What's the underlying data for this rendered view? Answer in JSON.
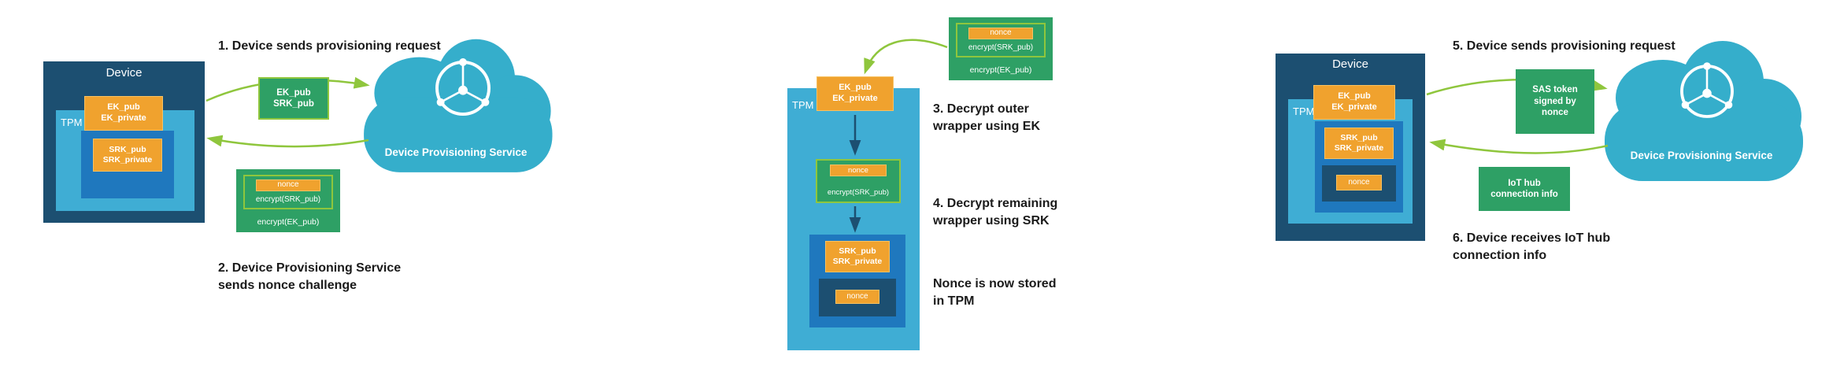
{
  "panel1": {
    "step1": "1. Device sends provisioning request",
    "step2": "2. Device Provisioning Service\nsends nonce challenge",
    "device_title": "Device",
    "tpm_label": "TPM",
    "ek_box": "EK_pub\nEK_private",
    "srk_box": "SRK_pub\nSRK_private",
    "request_box": "EK_pub\nSRK_pub",
    "challenge": {
      "nonce": "nonce",
      "encrypt_srk": "encrypt(SRK_pub)",
      "encrypt_ek": "encrypt(EK_pub)"
    },
    "cloud_label": "Device Provisioning Service"
  },
  "panel2": {
    "message": {
      "nonce": "nonce",
      "encrypt_srk": "encrypt(SRK_pub)",
      "encrypt_ek": "encrypt(EK_pub)"
    },
    "step3": "3. Decrypt outer\nwrapper using EK",
    "step4": "4. Decrypt remaining\nwrapper using SRK",
    "note": "Nonce is now stored\nin TPM",
    "tpm_label": "TPM",
    "ek_box": "EK_pub\nEK_private",
    "wrapped": {
      "nonce": "nonce",
      "encrypt_srk": "encrypt(SRK_pub)"
    },
    "srk_box": "SRK_pub\nSRK_private",
    "nonce": "nonce"
  },
  "panel3": {
    "step5": "5. Device sends provisioning request",
    "step6": "6. Device receives IoT hub\nconnection info",
    "device_title": "Device",
    "tpm_label": "TPM",
    "ek_box": "EK_pub\nEK_private",
    "srk_box": "SRK_pub\nSRK_private",
    "nonce": "nonce",
    "sas_box": "SAS token\nsigned by\nnonce",
    "iot_box": "IoT hub\nconnection info",
    "cloud_label": "Device Provisioning Service"
  },
  "colors": {
    "device_navy": "#1C4F71",
    "tpm_blue": "#3FADD4",
    "inner_blue": "#1F78BE",
    "key_orange": "#F0A22E",
    "payload_green": "#2EA065",
    "arrow_lime": "#8FC63D",
    "cloud_teal": "#35AECB"
  }
}
